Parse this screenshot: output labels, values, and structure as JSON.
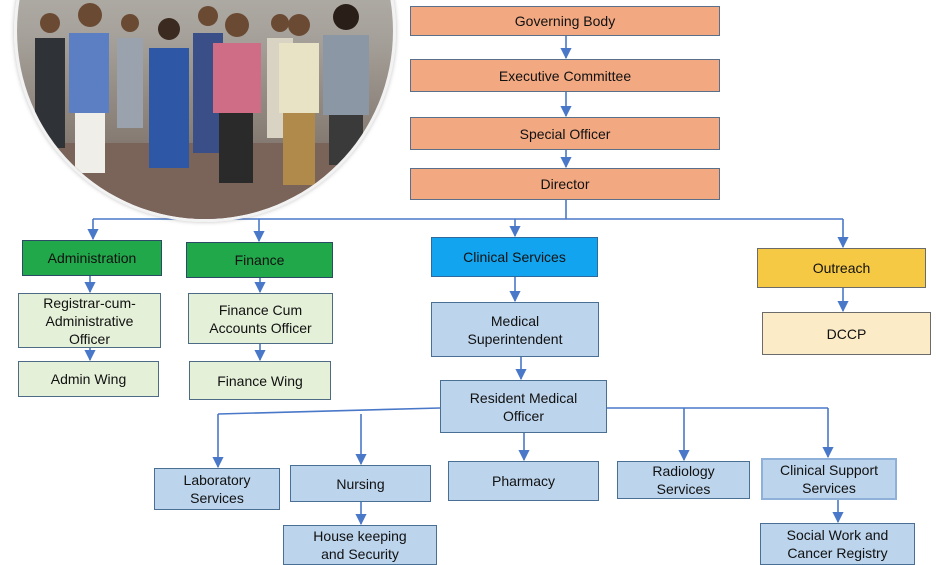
{
  "org_chart": {
    "governing_body": "Governing Body",
    "executive_committee": "Executive Committee",
    "special_officer": "Special Officer",
    "director": "Director",
    "administration": "Administration",
    "registrar": "Registrar-cum-\nAdministrative\nOfficer",
    "admin_wing": "Admin Wing",
    "finance": "Finance",
    "finance_officer": "Finance Cum\nAccounts Officer",
    "finance_wing": "Finance Wing",
    "clinical_services": "Clinical Services",
    "medical_superintendent": "Medical\nSuperintendent",
    "resident_medical_officer": "Resident Medical\nOfficer",
    "laboratory_services": "Laboratory\nServices",
    "nursing": "Nursing",
    "housekeeping": "House keeping\nand Security",
    "pharmacy": "Pharmacy",
    "radiology": "Radiology\nServices",
    "clinical_support": "Clinical Support\nServices",
    "social_work": "Social Work and\nCancer Registry",
    "outreach": "Outreach",
    "dccp": "DCCP"
  },
  "colors": {
    "top_level": "#f2a982",
    "admin_finance_head": "#21a84a",
    "admin_finance_sub": "#e4f0d8",
    "clinical_head": "#12a4ee",
    "clinical_sub": "#bcd4ec",
    "outreach_head": "#f6c945",
    "outreach_sub": "#fbebc6",
    "connector": "#4a78c8"
  },
  "photo": {
    "description_icon": "group-photo-icon"
  }
}
